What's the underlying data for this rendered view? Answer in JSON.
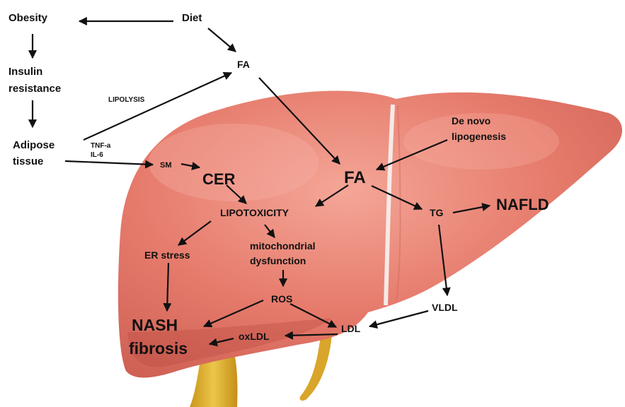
{
  "nodes": {
    "obesity": "Obesity",
    "diet": "Diet",
    "insulin_resistance_1": "Insulin",
    "insulin_resistance_2": "resistance",
    "lipolysis": "LIPOLYSIS",
    "adipose_1": "Adipose",
    "adipose_2": "tissue",
    "tnf": "TNF-a",
    "il6": "IL-6",
    "fa_top": "FA",
    "fa_center": "FA",
    "de_novo_1": "De novo",
    "de_novo_2": "lipogenesis",
    "sm": "SM",
    "cer": "CER",
    "lipotoxicity": "LIPOTOXICITY",
    "tg": "TG",
    "nafld": "NAFLD",
    "mito_1": "mitochondrial",
    "mito_2": "dysfunction",
    "er_stress": "ER stress",
    "ros": "ROS",
    "vldl": "VLDL",
    "ldl": "LDL",
    "oxldl": "oxLDL",
    "nash": "NASH",
    "fibrosis": "fibrosis"
  },
  "colors": {
    "liver_base": "#e4776a",
    "liver_highlight": "#f2a093",
    "liver_shadow": "#c85a4f",
    "gallbladder": "#e0b531",
    "arrows": "#111111"
  }
}
